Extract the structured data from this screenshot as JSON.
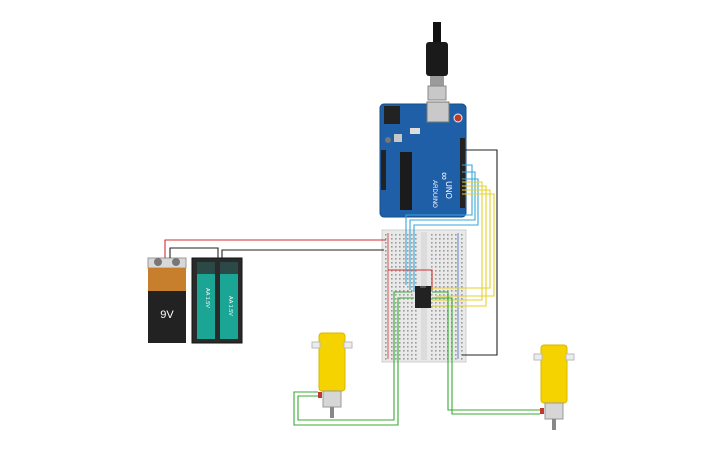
{
  "battery_9v": {
    "label": "9V"
  },
  "aa_pack": {
    "cell_labels": [
      "AA 1.5V",
      "AA 1.5V"
    ]
  },
  "arduino": {
    "logo_text": "∞",
    "brand": "ARDUINO",
    "model": "UNO"
  },
  "colors": {
    "arduino_blue": "#1f5fa8",
    "breadboard": "#e9e9e9",
    "wire_red": "#d0302a",
    "wire_black": "#222222",
    "wire_green": "#3aaa35",
    "wire_yellow": "#e8d22a",
    "wire_blue": "#35a7d9",
    "motor_yellow": "#f5d300"
  }
}
